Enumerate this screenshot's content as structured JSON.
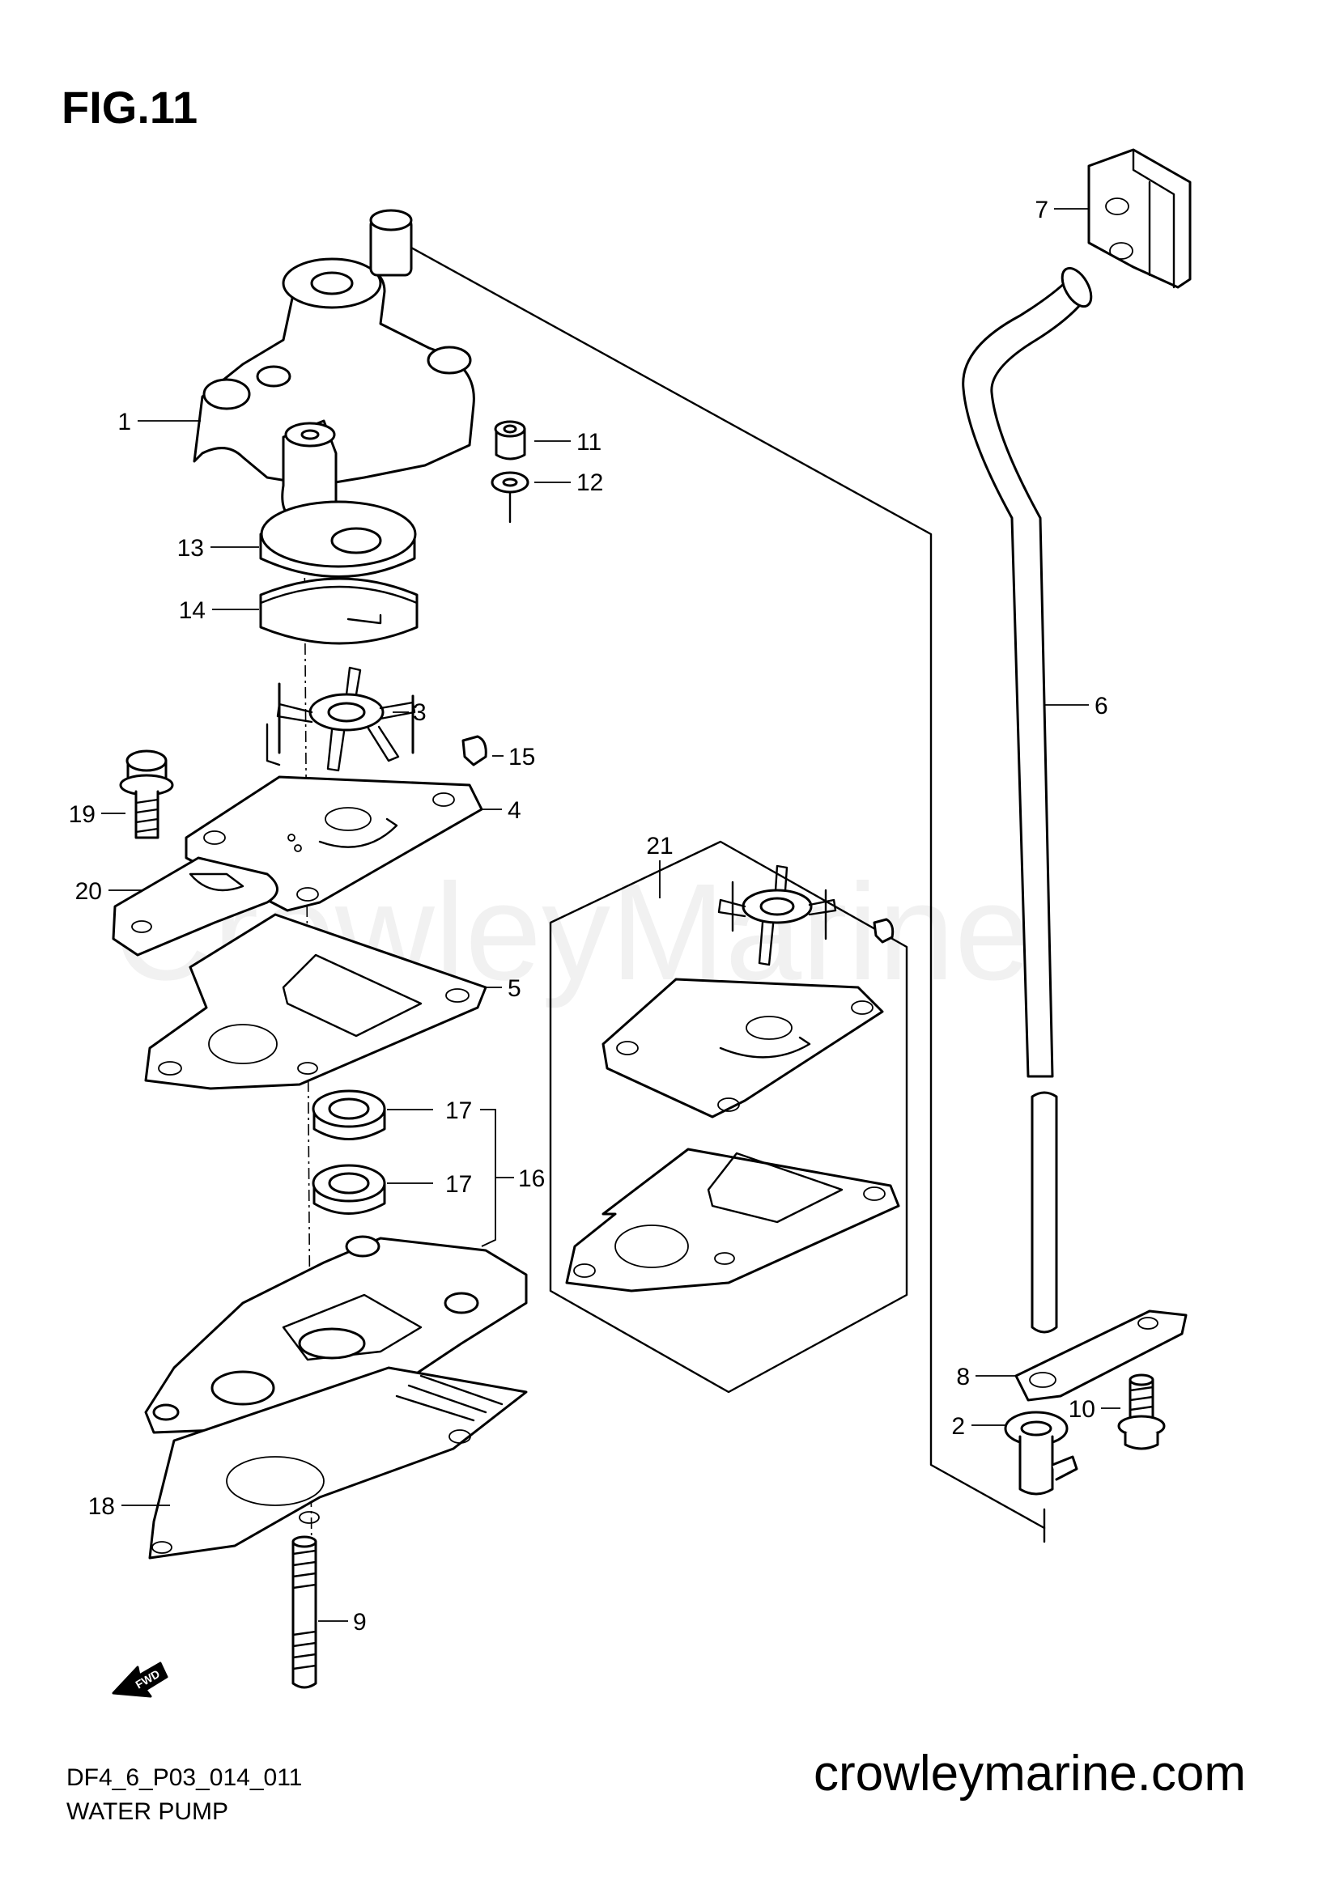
{
  "figure_title": "FIG.11",
  "diagram_code": "DF4_6_P03_014_011",
  "caption": "WATER PUMP",
  "website": "crowleymarine.com",
  "watermark": "CrowleyMarine",
  "fwd_label": "FWD",
  "callouts": {
    "c1": "1",
    "c2": "2",
    "c3": "3",
    "c4": "4",
    "c5": "5",
    "c6": "6",
    "c7": "7",
    "c8": "8",
    "c9": "9",
    "c10": "10",
    "c11": "11",
    "c12": "12",
    "c13": "13",
    "c14": "14",
    "c15": "15",
    "c16": "16",
    "c17a": "17",
    "c17b": "17",
    "c18": "18",
    "c19": "19",
    "c20": "20",
    "c21": "21"
  }
}
